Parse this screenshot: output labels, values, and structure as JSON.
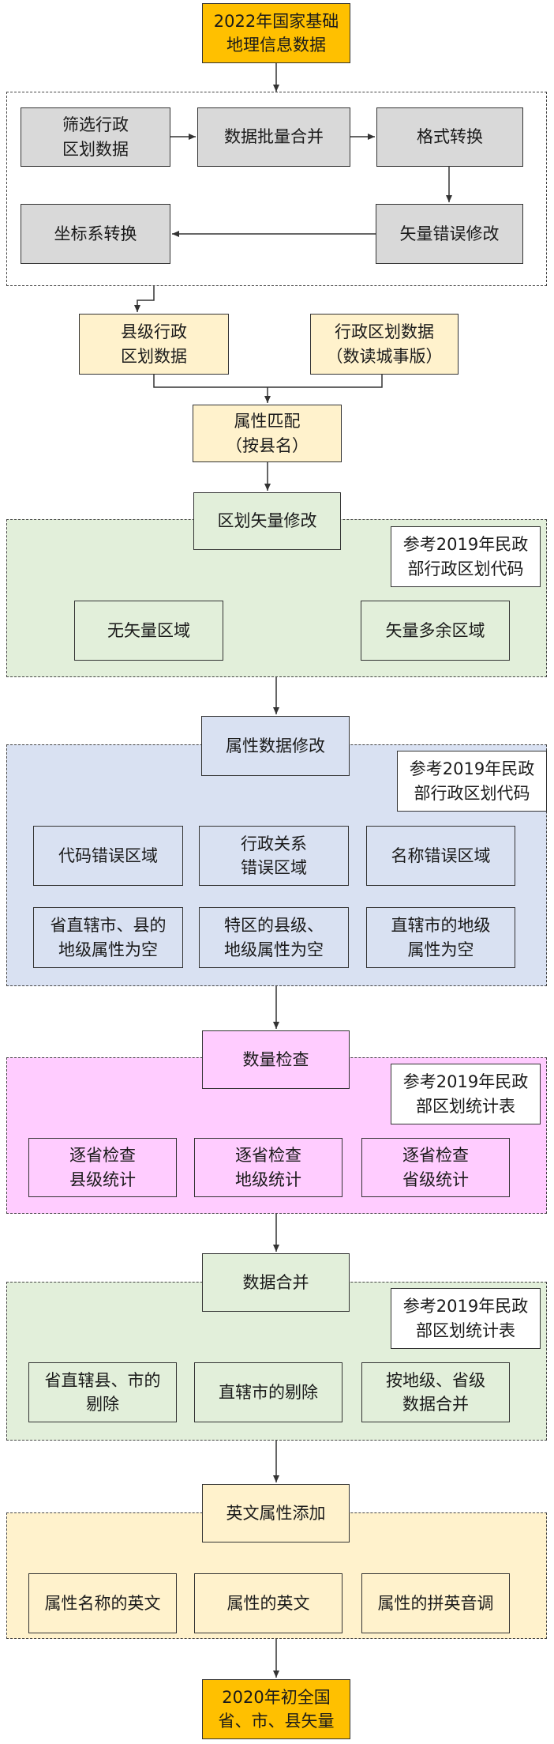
{
  "diagram": {
    "source": "2022年国家基础\n地理信息数据",
    "preprocess": {
      "filter": "筛选行政\n区划数据",
      "merge_batch": "数据批量合并",
      "format": "格式转换",
      "vector_fix": "矢量错误修改",
      "coord": "坐标系转换"
    },
    "county_data": "县级行政\n区划数据",
    "admin_data": "行政区划数据\n（数读城事版）",
    "attr_match": "属性匹配\n（按县名）",
    "section_vector": {
      "title": "区划矢量修改",
      "ref": "参考2019年民政\n部行政区划代码",
      "items": [
        "无矢量区域",
        "矢量多余区域"
      ]
    },
    "section_attr": {
      "title": "属性数据修改",
      "ref": "参考2019年民政\n部行政区划代码",
      "items": [
        "代码错误区域",
        "行政关系\n错误区域",
        "名称错误区域",
        "省直辖市、县的\n地级属性为空",
        "特区的县级、\n地级属性为空",
        "直辖市的地级\n属性为空"
      ]
    },
    "section_count": {
      "title": "数量检查",
      "ref": "参考2019年民政\n部区划统计表",
      "items": [
        "逐省检查\n县级统计",
        "逐省检查\n地级统计",
        "逐省检查\n省级统计"
      ]
    },
    "section_merge": {
      "title": "数据合并",
      "ref": "参考2019年民政\n部区划统计表",
      "items": [
        "省直辖县、市的\n剔除",
        "直辖市的剔除",
        "按地级、省级\n数据合并"
      ]
    },
    "section_english": {
      "title": "英文属性添加",
      "items": [
        "属性名称的英文",
        "属性的英文",
        "属性的拼英音调"
      ]
    },
    "output": "2020年初全国\n省、市、县矢量"
  },
  "colors": {
    "orange": "#ffc000",
    "peach": "#fff2cc",
    "grey": "#d9d9d9",
    "green": "#e2efda",
    "blue": "#d9e1f2",
    "pink": "#ffccff"
  }
}
